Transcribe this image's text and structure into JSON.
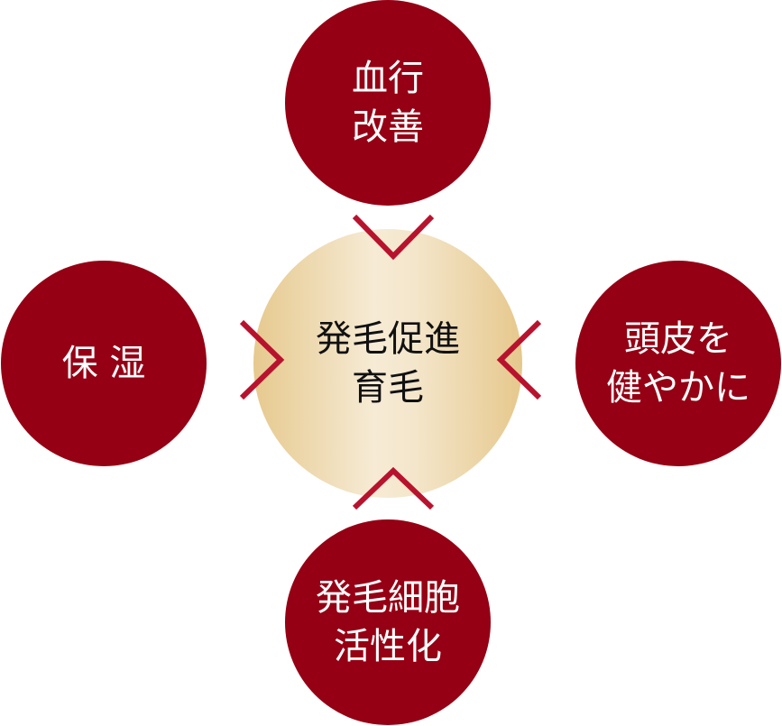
{
  "colors": {
    "red_circle": "#950014",
    "chevron": "#b8132e",
    "gold_edge": "#e6c88c",
    "gold_center": "#f6ead3"
  },
  "center": {
    "line1": "発毛促進",
    "line2": "育毛"
  },
  "top": {
    "line1": "血行",
    "line2": "改善"
  },
  "left": {
    "line1": "保 湿"
  },
  "right": {
    "line1": "頭皮を",
    "line2": "健やかに"
  },
  "bottom": {
    "line1": "発毛細胞",
    "line2": "活性化"
  }
}
